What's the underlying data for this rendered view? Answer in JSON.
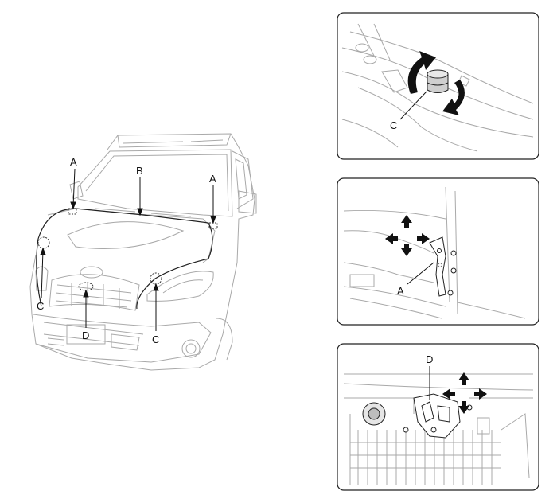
{
  "main_figure": {
    "labels": {
      "a_left": "A",
      "a_right": "A",
      "b": "B",
      "c_left": "C",
      "c_right": "C",
      "d": "D"
    }
  },
  "panels": {
    "bumper": {
      "label": "C"
    },
    "hinge": {
      "label": "A"
    },
    "latch": {
      "label": "D"
    }
  },
  "colors": {
    "line": "#a9a9a9",
    "ink": "#111111",
    "arrow": "#111111"
  }
}
